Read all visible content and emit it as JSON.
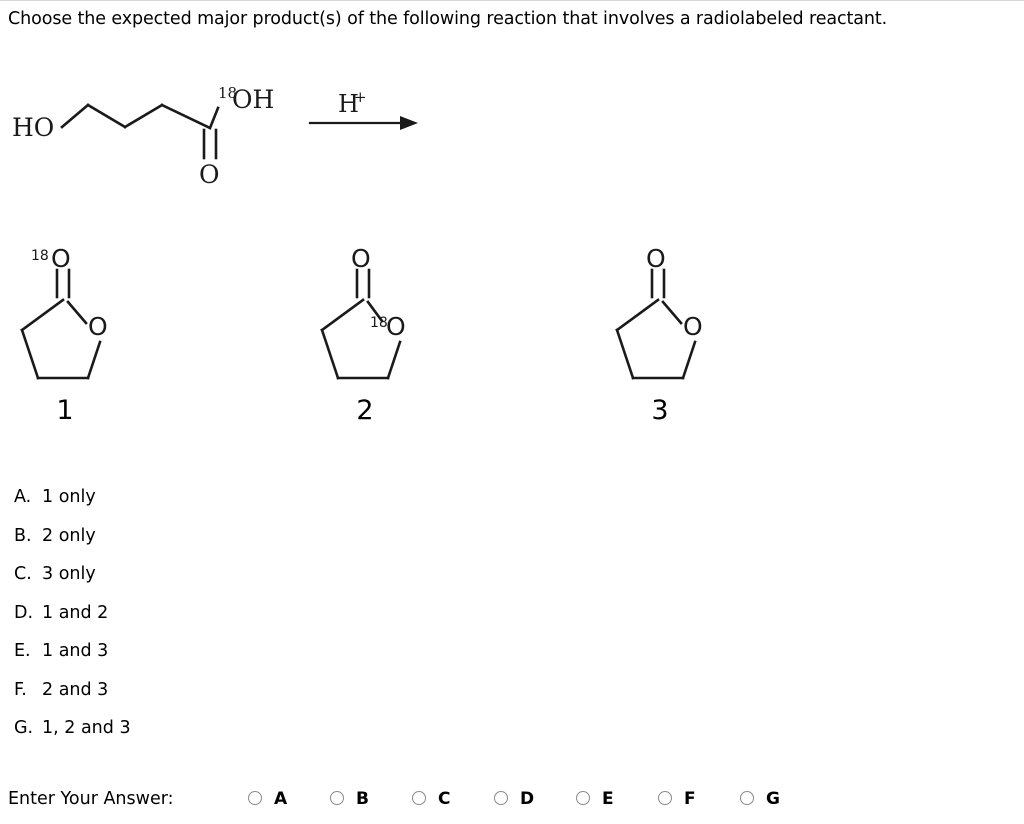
{
  "question": {
    "prompt": "Choose the expected major product(s) of the following reaction that involves a radiolabeled reactant."
  },
  "reaction": {
    "reactant": {
      "name": "4-hydroxybutanoic-18O acid",
      "left_group": "HO",
      "acid_oxygen_isotope": "18",
      "acid_group": "OH",
      "carbonyl_oxygen": "O"
    },
    "conditions": {
      "reagent": "H",
      "reagent_charge": "+"
    },
    "arrow": "reaction-arrow-right"
  },
  "products": [
    {
      "number": "1",
      "name": "gamma-butyrolactone carbonyl-18O",
      "carbonyl_isotope": "18",
      "carbonyl_oxygen": "O",
      "ring_isotope": "",
      "ring_oxygen": "O"
    },
    {
      "number": "2",
      "name": "gamma-butyrolactone ring-18O",
      "carbonyl_isotope": "",
      "carbonyl_oxygen": "O",
      "ring_isotope": "18",
      "ring_oxygen": "O"
    },
    {
      "number": "3",
      "name": "gamma-butyrolactone unlabeled",
      "carbonyl_isotope": "",
      "carbonyl_oxygen": "O",
      "ring_isotope": "",
      "ring_oxygen": "O"
    }
  ],
  "options": [
    {
      "letter": "A.",
      "text": "1 only"
    },
    {
      "letter": "B.",
      "text": "2 only"
    },
    {
      "letter": "C.",
      "text": "3 only"
    },
    {
      "letter": "D.",
      "text": "1 and 2"
    },
    {
      "letter": "E.",
      "text": "1 and 3"
    },
    {
      "letter": "F.",
      "text": "2 and 3"
    },
    {
      "letter": "G.",
      "text": "1, 2 and 3"
    }
  ],
  "answer_bar": {
    "prompt": "Enter Your Answer:",
    "choices": [
      {
        "value": "A",
        "selected": false
      },
      {
        "value": "B",
        "selected": false
      },
      {
        "value": "C",
        "selected": false
      },
      {
        "value": "D",
        "selected": false
      },
      {
        "value": "E",
        "selected": false
      },
      {
        "value": "F",
        "selected": false
      },
      {
        "value": "G",
        "selected": false
      }
    ]
  },
  "colors": {
    "background": "#ffffff",
    "text": "#000000",
    "structure_line": "#1a1a1a",
    "radio_border": "#8a8a8a",
    "top_rule": "#d8d8d8"
  }
}
